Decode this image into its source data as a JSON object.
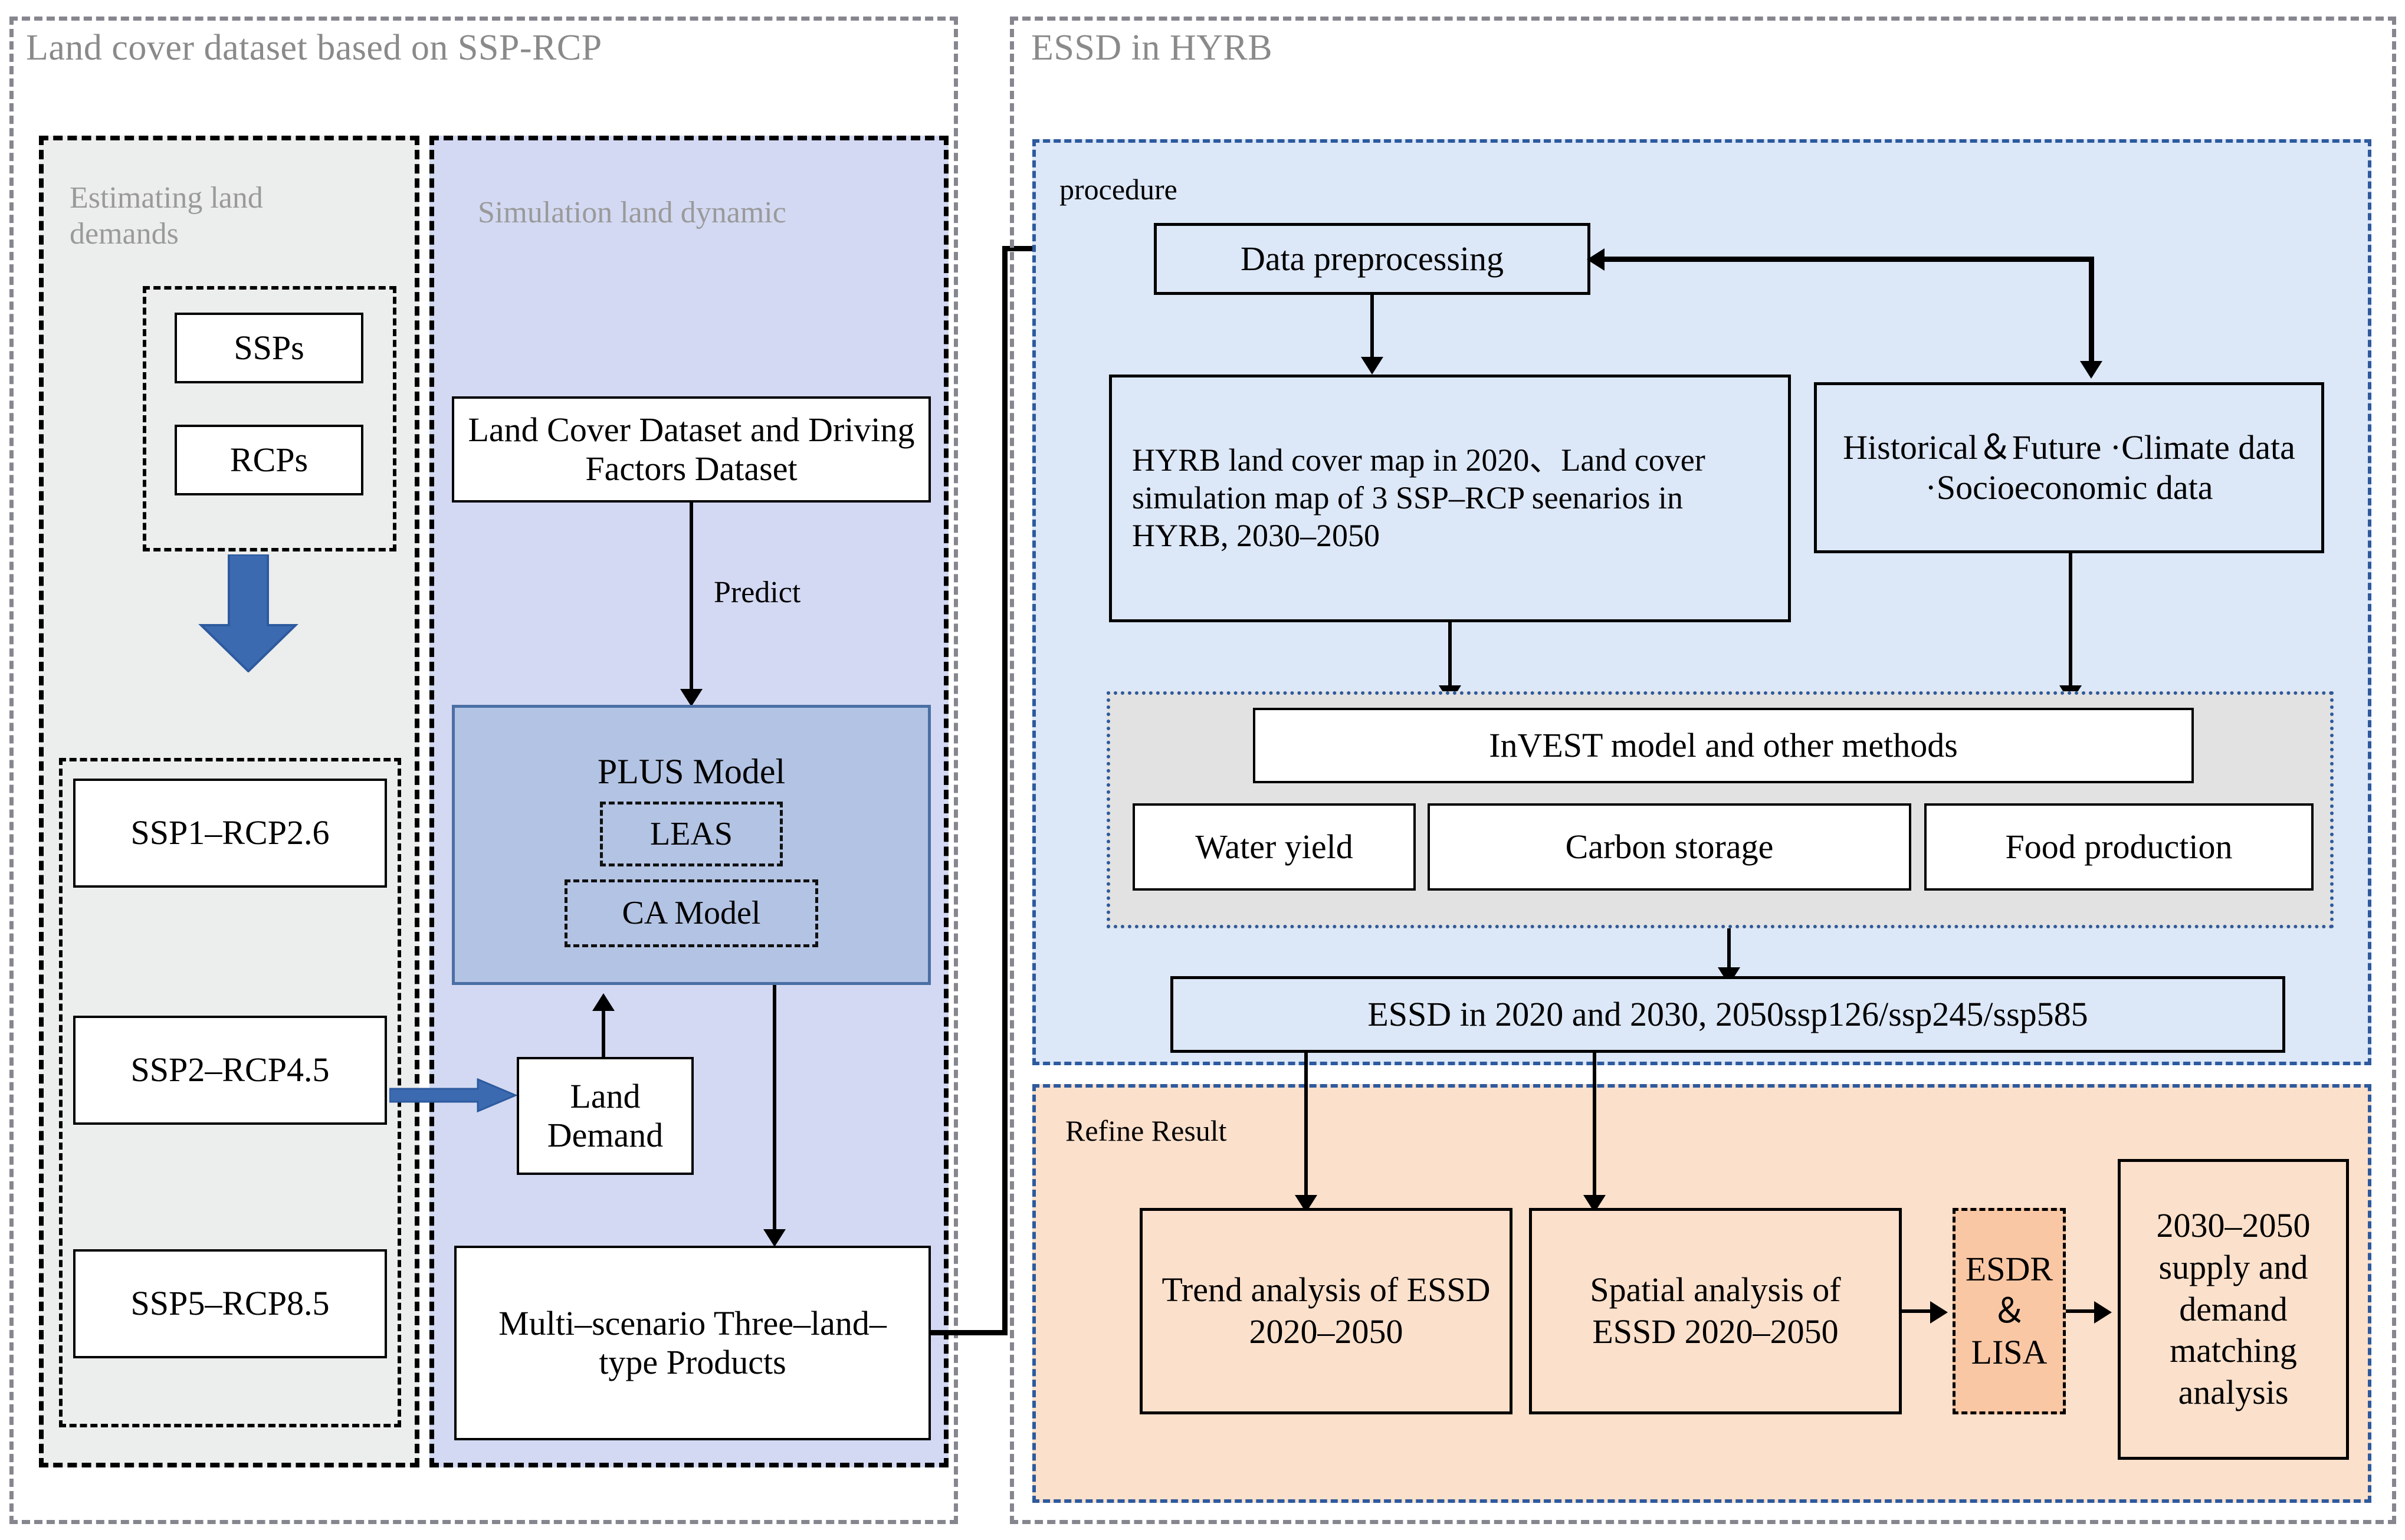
{
  "panels": {
    "left_title": "Land cover dataset based on SSP-RCP",
    "right_title": "ESSD in HYRB"
  },
  "left": {
    "estimating": {
      "caption": "Estimating land demands",
      "drivers": [
        "SSPs",
        "RCPs"
      ],
      "scenarios": [
        "SSP1–RCP2.6",
        "SSP2–RCP4.5",
        "SSP5–RCP8.5"
      ]
    },
    "simulation": {
      "caption": "Simulation land dynamic",
      "input_dataset": "Land Cover Dataset and Driving Factors Dataset",
      "predict_label": "Predict",
      "plus_model": {
        "title": "PLUS Model",
        "modules": [
          "LEAS",
          "CA Model"
        ]
      },
      "land_demand": "Land Demand",
      "products": "Multi–scenario Three–land–type Products"
    }
  },
  "right": {
    "procedure": {
      "caption": "procedure",
      "data_preprocessing": "Data preprocessing",
      "land_cover_maps": "HYRB land cover map in 2020、Land cover simulation map of 3 SSP–RCP seenarios in HYRB, 2030–2050",
      "climate_socio": "Historical＆Future ·Climate data ·Socioeconomic data",
      "invest": "InVEST model and other methods",
      "services": [
        "Water yield",
        "Carbon storage",
        "Food production"
      ],
      "essd_summary": "ESSD in 2020 and 2030, 2050ssp126/ssp245/ssp585"
    },
    "refine": {
      "caption": "Refine Result",
      "trend_analysis": "Trend analysis of ESSD 2020–2050",
      "spatial_analysis": "Spatial analysis of ESSD 2020–2050",
      "esdr_lisa": "ESDR ＆ LISA",
      "supply_demand": "2030–2050 supply and demand matching analysis"
    }
  },
  "colors": {
    "panel_dash": "#86868f",
    "grey_column": "#eceded",
    "lavender_column": "#d3d9f2",
    "plus_model": "#b3c3e3",
    "blue_zone": "#dce7f7",
    "orange_zone": "#fbe0cb",
    "orange_dark": "#fac7a4",
    "blue_accent": "#2d5a9e",
    "blue_arrow": "#3c6ab0"
  }
}
